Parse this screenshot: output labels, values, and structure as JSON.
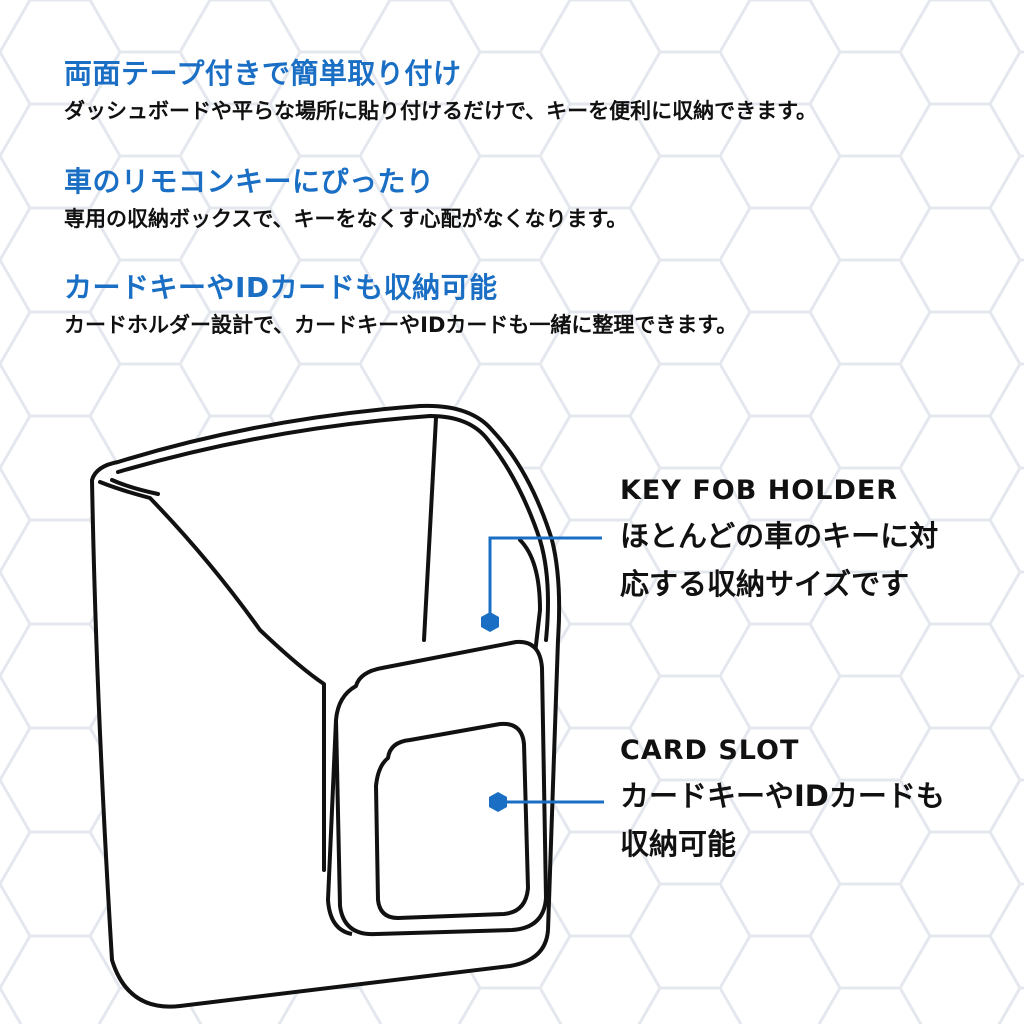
{
  "features": [
    {
      "title": "両面テープ付きで簡単取り付け",
      "description": "ダッシュボードや平らな場所に貼り付けるだけで、キーを便利に収納できます。"
    },
    {
      "title": "車のリモコンキーにぴったり",
      "description": "専用の収納ボックスで、キーをなくす心配がなくなります。"
    },
    {
      "title": "カードキーやIDカードも収納可能",
      "description": "カードホルダー設計で、カードキーやIDカードも一緒に整理できます。"
    }
  ],
  "callouts": {
    "key_fob": {
      "title": "KEY FOB HOLDER",
      "line1": "ほとんどの車のキーに対",
      "line2": "応する収納サイズです"
    },
    "card_slot": {
      "title": "CARD SLOT",
      "line1": "カードキーやIDカードも",
      "line2": "収納可能"
    }
  },
  "colors": {
    "accent_blue": "#1a6fc4",
    "text_black": "#111111",
    "hex_pattern": "#e4e8ee"
  },
  "icons": [
    "hexagon-marker-icon"
  ]
}
